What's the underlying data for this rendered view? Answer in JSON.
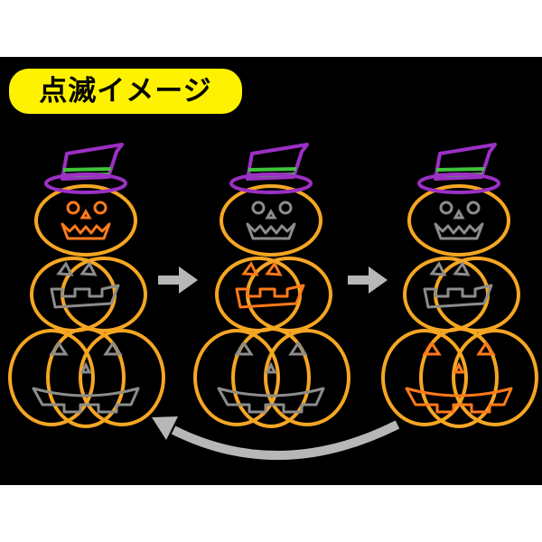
{
  "header": {
    "badge_label": "点滅イメージ"
  },
  "colors": {
    "background": "#000000",
    "badge": "#fff200",
    "outline": "#f5a623",
    "hat": "#9b30c4",
    "hat_band": "#3fc43a",
    "face_lit": "#ff7a1a",
    "face_off": "#8c8c8c",
    "arrow": "#b7b7b7"
  },
  "frames": [
    {
      "lit_row": "top"
    },
    {
      "lit_row": "middle"
    },
    {
      "lit_row": "bottom"
    }
  ]
}
